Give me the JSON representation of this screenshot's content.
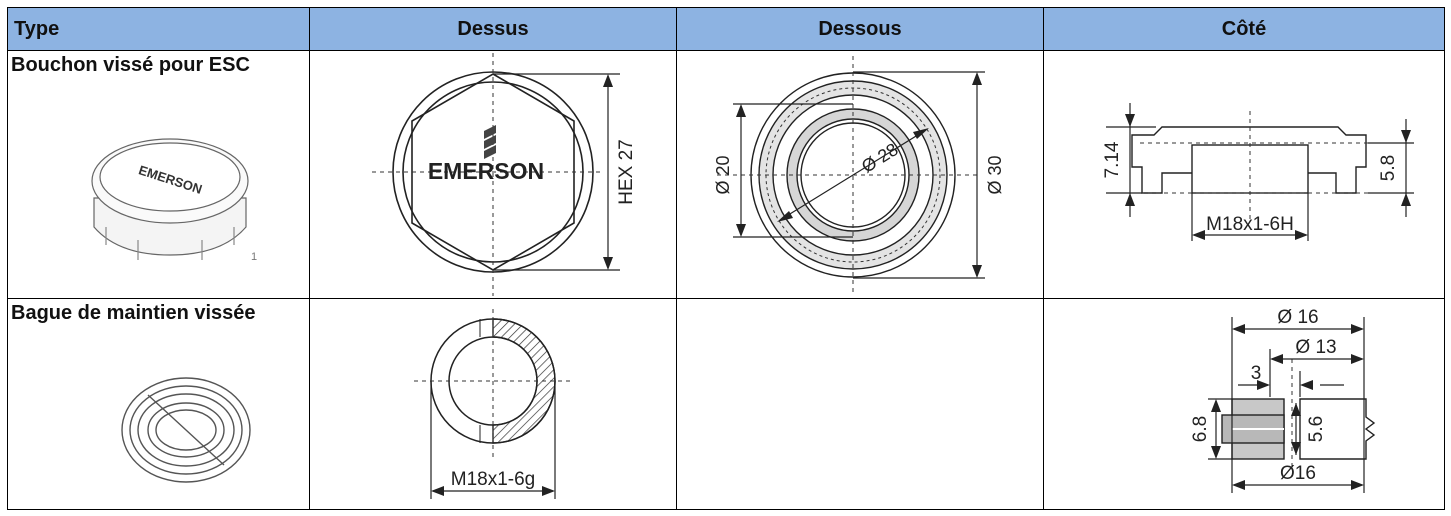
{
  "table": {
    "headers": [
      "Type",
      "Dessus",
      "Dessous",
      "Côté"
    ],
    "rows": [
      {
        "label": "Bouchon vissé pour ESC",
        "photo_text": "EMERSON",
        "photo_mark": "1",
        "top_logo": "EMERSON",
        "top_dim": "HEX 27",
        "bottom_dims": {
          "inner": "Ø 20",
          "mid": "Ø 28",
          "outer": "Ø 30"
        },
        "side_dims": {
          "height": "7.14",
          "inner": "5.8",
          "thread": "M18x1-6H"
        }
      },
      {
        "label": "Bague de maintien vissée",
        "top_dim": "M18x1-6g",
        "side_dims": {
          "d1": "Ø 16",
          "d2": "Ø 13",
          "w": "3",
          "h1": "6.8",
          "h2": "5.6",
          "d3": "Ø16"
        }
      }
    ]
  },
  "colors": {
    "header_bg": "#8db3e2"
  }
}
